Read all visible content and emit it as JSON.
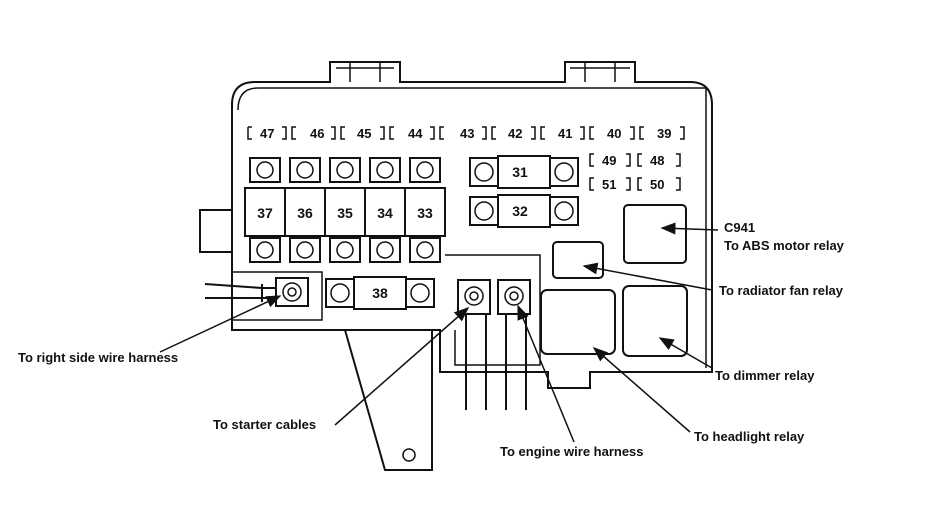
{
  "small_fuses_row1": [
    "47",
    "46",
    "45",
    "44",
    "43",
    "42",
    "41",
    "40",
    "39"
  ],
  "small_fuses_row2": [
    "49",
    "48"
  ],
  "small_fuses_row3": [
    "51",
    "50"
  ],
  "vertical_fuses": [
    "37",
    "36",
    "35",
    "34",
    "33"
  ],
  "horizontal_fuses": [
    "31",
    "32",
    "38"
  ],
  "labels": {
    "c941": "C941",
    "abs": "To ABS motor relay",
    "radiator": "To radiator fan relay",
    "dimmer": "To dimmer relay",
    "headlight": "To headlight relay",
    "right_harness": "To right side wire harness",
    "starter": "To starter cables",
    "engine": "To engine wire harness"
  }
}
